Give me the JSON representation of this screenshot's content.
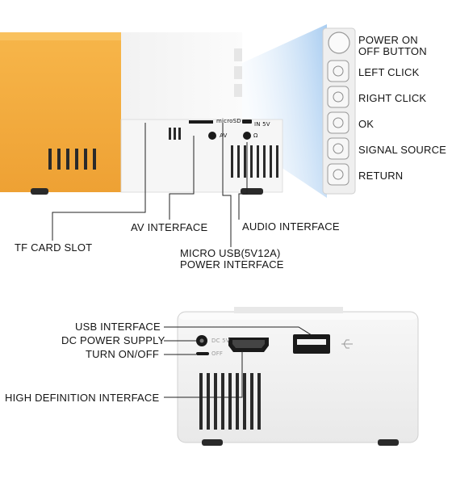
{
  "top_panel": {
    "button_labels": [
      "POWER ON\nOFF BUTTON",
      "LEFT CLICK",
      "RIGHT CLICK",
      "OK",
      "SIGNAL SOURCE",
      "RETURN"
    ],
    "power_on": "POWER ON",
    "off_button": "OFF BUTTON",
    "left_click": "LEFT CLICK",
    "right_click": "RIGHT CLICK",
    "ok": "OK",
    "signal_source": "SIGNAL SOURCE",
    "return": "RETURN"
  },
  "top_ports": {
    "av_interface": "AV INTERFACE",
    "audio_interface": "AUDIO INTERFACE",
    "tf_card_slot": "TF CARD SLOT",
    "micro_usb_line1": "MICRO USB(5V12A)",
    "micro_usb_line2": "POWER INTERFACE",
    "port_print_microsd": "microSD",
    "port_print_av": "AV",
    "port_print_in": "IN 5V",
    "port_print_audio": "Ω"
  },
  "bottom_ports": {
    "usb_interface": "USB INTERFACE",
    "dc_power_supply": "DC POWER SUPPLY",
    "turn_on_off": "TURN ON/OFF",
    "hdmi_interface": "HIGH DEFINITION INTERFACE",
    "print_dc": "DC 5V",
    "print_off": "OFF"
  },
  "colors": {
    "orange": "#f0a93a",
    "white_body": "#f4f4f4",
    "dark_port": "#1a1a1a",
    "light_beam": "#cfe3f7"
  }
}
